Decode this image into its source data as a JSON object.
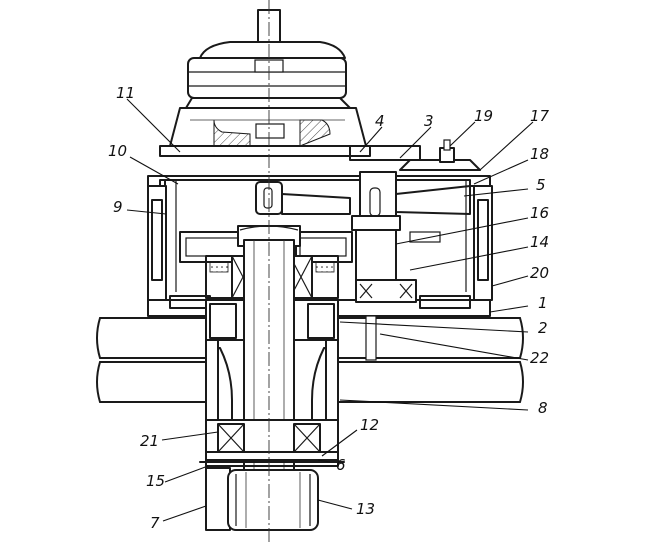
{
  "callouts": [
    {
      "id": "c1",
      "text": "1"
    },
    {
      "id": "c2",
      "text": "2"
    },
    {
      "id": "c3",
      "text": "3"
    },
    {
      "id": "c4",
      "text": "4"
    },
    {
      "id": "c5",
      "text": "5"
    },
    {
      "id": "c6",
      "text": "6"
    },
    {
      "id": "c7",
      "text": "7"
    },
    {
      "id": "c8",
      "text": "8"
    },
    {
      "id": "c9",
      "text": "9"
    },
    {
      "id": "c10",
      "text": "10"
    },
    {
      "id": "c11",
      "text": "11"
    },
    {
      "id": "c12",
      "text": "12"
    },
    {
      "id": "c13",
      "text": "13"
    },
    {
      "id": "c14",
      "text": "14"
    },
    {
      "id": "c15",
      "text": "15"
    },
    {
      "id": "c16",
      "text": "16"
    },
    {
      "id": "c17",
      "text": "17"
    },
    {
      "id": "c18",
      "text": "18"
    },
    {
      "id": "c19",
      "text": "19"
    },
    {
      "id": "c20",
      "text": "20"
    },
    {
      "id": "c21",
      "text": "21"
    },
    {
      "id": "c22",
      "text": "22"
    }
  ],
  "colors": {
    "line": "#1a1a1a",
    "background": "#ffffff"
  }
}
